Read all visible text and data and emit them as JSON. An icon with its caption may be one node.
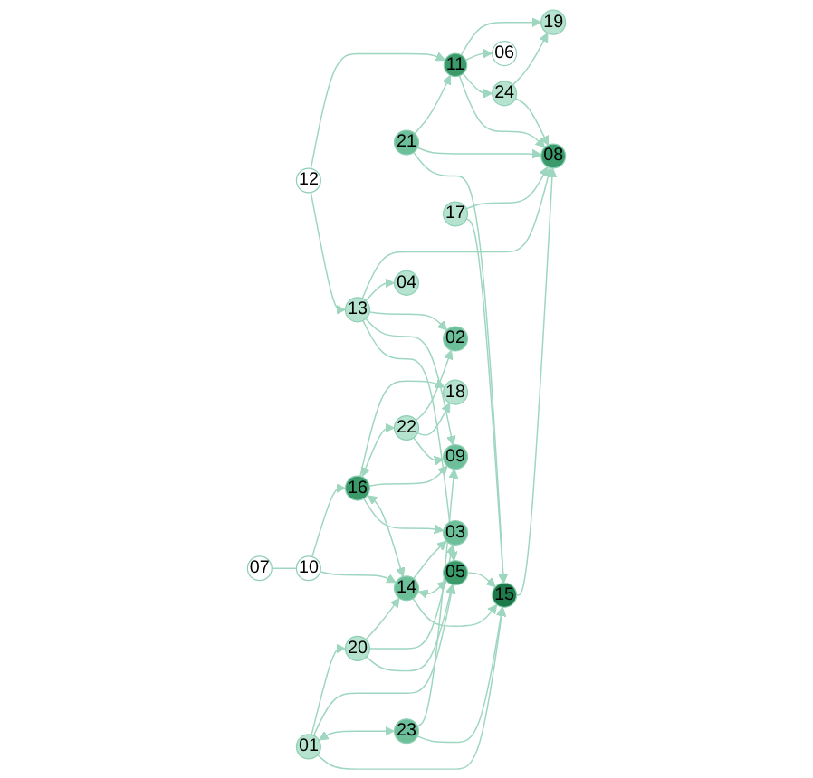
{
  "diagram": {
    "nodes": [
      {
        "text": [
          "19"
        ]
      },
      {
        "text": [
          "06"
        ]
      },
      {
        "text": [
          "04"
        ]
      },
      {
        "text": [
          "24"
        ]
      },
      {
        "text": [
          "11"
        ]
      },
      {
        "text": [
          "12"
        ]
      },
      {
        "text": [
          "02"
        ]
      },
      {
        "text": [
          "13"
        ]
      },
      {
        "text": [
          "21"
        ]
      },
      {
        "text": [
          "08"
        ]
      },
      {
        "text": [
          "22"
        ]
      },
      {
        "text": [
          "18"
        ]
      },
      {
        "text": [
          "17"
        ]
      },
      {
        "text": [
          "09"
        ]
      },
      {
        "text": [
          "16"
        ]
      },
      {
        "text": [
          "15"
        ]
      },
      {
        "text": [
          "14"
        ]
      },
      {
        "text": [
          "05"
        ]
      },
      {
        "text": [
          "23"
        ]
      },
      {
        "text": [
          "10"
        ]
      },
      {
        "text": [
          "07"
        ]
      },
      {
        "text": [
          "03"
        ]
      },
      {
        "text": [
          "20"
        ]
      },
      {
        "text": [
          "01"
        ]
      }
    ],
    "edges": [
      {
        "from": 3,
        "to": 0,
        "arrow": "to"
      },
      {
        "from": 4,
        "to": 0,
        "arrow": "to"
      },
      {
        "from": 4,
        "to": 1,
        "arrow": "to"
      },
      {
        "from": 4,
        "to": 3,
        "arrow": "to"
      },
      {
        "from": 5,
        "to": 4,
        "arrow": "to"
      },
      {
        "from": 5,
        "to": 7,
        "arrow": "to"
      },
      {
        "from": 3,
        "to": 9,
        "arrow": "to"
      },
      {
        "from": 8,
        "to": 4,
        "arrow": "to"
      },
      {
        "from": 4,
        "to": 9,
        "arrow": "to"
      },
      {
        "from": 8,
        "to": 9,
        "arrow": "to"
      },
      {
        "from": 12,
        "to": 9,
        "arrow": "to"
      },
      {
        "from": 7,
        "to": 9,
        "arrow": "to"
      },
      {
        "from": 7,
        "to": 2,
        "arrow": "to"
      },
      {
        "from": 7,
        "to": 6,
        "arrow": "to"
      },
      {
        "from": 7,
        "to": 13,
        "arrow": "to"
      },
      {
        "from": 7,
        "to": 17,
        "arrow": "to"
      },
      {
        "from": 10,
        "to": 6,
        "arrow": "to"
      },
      {
        "from": 10,
        "to": 11,
        "arrow": "to"
      },
      {
        "from": 14,
        "to": 11,
        "arrow": "to"
      },
      {
        "from": 14,
        "to": 10,
        "arrow": "both"
      },
      {
        "from": 10,
        "to": 13,
        "arrow": "to"
      },
      {
        "from": 14,
        "to": 13,
        "arrow": "to"
      },
      {
        "from": 18,
        "to": 13,
        "arrow": "to"
      },
      {
        "from": 14,
        "to": 16,
        "arrow": "both"
      },
      {
        "from": 14,
        "to": 21,
        "arrow": "to"
      },
      {
        "from": 19,
        "to": 14,
        "arrow": "to"
      },
      {
        "from": 19,
        "to": 16,
        "arrow": "to"
      },
      {
        "from": 16,
        "to": 21,
        "arrow": "to"
      },
      {
        "from": 16,
        "to": 17,
        "arrow": "both"
      },
      {
        "from": 22,
        "to": 16,
        "arrow": "to"
      },
      {
        "from": 22,
        "to": 21,
        "arrow": "to"
      },
      {
        "from": 22,
        "to": 17,
        "arrow": "to"
      },
      {
        "from": 23,
        "to": 22,
        "arrow": "to"
      },
      {
        "from": 23,
        "to": 17,
        "arrow": "to"
      },
      {
        "from": 23,
        "to": 18,
        "arrow": "both"
      },
      {
        "from": 23,
        "to": 15,
        "arrow": "to"
      },
      {
        "from": 18,
        "to": 15,
        "arrow": "to"
      },
      {
        "from": 17,
        "to": 15,
        "arrow": "to"
      },
      {
        "from": 16,
        "to": 15,
        "arrow": "to"
      },
      {
        "from": 15,
        "to": 9,
        "arrow": "to"
      },
      {
        "from": 12,
        "to": 15,
        "arrow": "to"
      },
      {
        "from": 8,
        "to": 15,
        "arrow": "to"
      },
      {
        "from": 20,
        "to": 19,
        "arrow": "none"
      }
    ]
  }
}
